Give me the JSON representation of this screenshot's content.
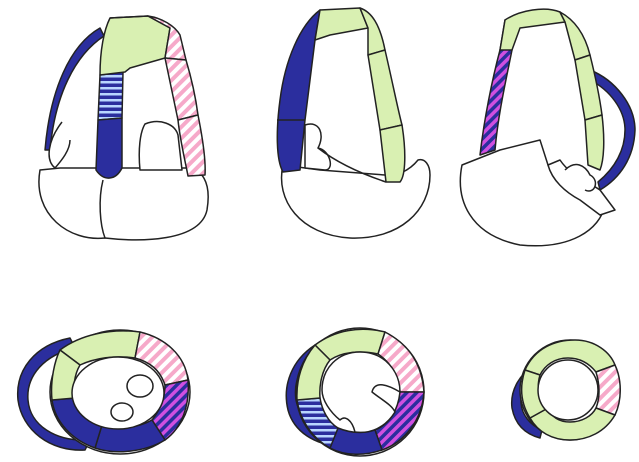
{
  "diagram": {
    "kind": "echocardiographic myocardial segment views (no printed text)",
    "colors": {
      "green_segment": "#d9f0b2",
      "blue_segment": "#2b2e9e",
      "pink_segment": "#f6a9c9",
      "magenta_segment": "#c34bd3",
      "light_blue_stripes": "#b9d6ff",
      "stroke": "#222222",
      "background": "#ffffff"
    },
    "views": [
      {
        "id": "apical-four-chamber",
        "segments": [
          "blue-striped",
          "blue",
          "green",
          "pink-striped",
          "pink-striped"
        ]
      },
      {
        "id": "apical-two-chamber",
        "segments": [
          "blue",
          "green"
        ]
      },
      {
        "id": "apical-long-axis",
        "segments": [
          "magenta-striped",
          "green",
          "blue"
        ]
      },
      {
        "id": "short-axis-basal",
        "segments": [
          "green",
          "pink-striped",
          "magenta-striped",
          "blue",
          "blue",
          "green"
        ]
      },
      {
        "id": "short-axis-mid",
        "segments": [
          "green",
          "pink-striped",
          "magenta-striped",
          "blue",
          "blue-striped",
          "green"
        ]
      },
      {
        "id": "short-axis-apical",
        "segments": [
          "green",
          "pink-striped",
          "green",
          "green"
        ]
      }
    ]
  }
}
